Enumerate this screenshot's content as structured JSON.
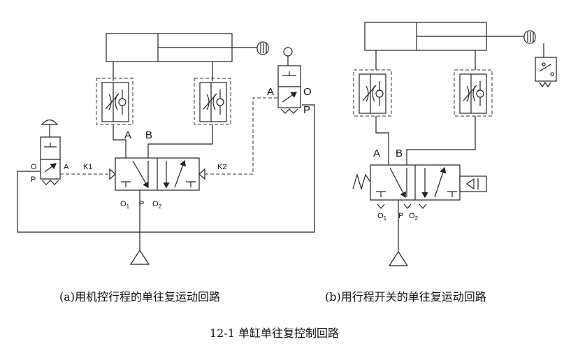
{
  "figure": {
    "title": "12-1 单缸单往复控制回路",
    "caption_a": "(a)用机控行程的单往复运动回路",
    "caption_b": "(b)用行程开关的单往复运动回路"
  },
  "circuit_a": {
    "port_A": "A",
    "port_B": "B",
    "signal_k1": "K1",
    "signal_k2": "K2",
    "exhaust_o1": "O",
    "exhaust_o1_sub": "1",
    "supply_p": "P",
    "exhaust_o2": "O",
    "exhaust_o2_sub": "2",
    "manual_valve_port_o": "O",
    "manual_valve_port_a": "A",
    "manual_valve_port_p": "P",
    "roller_valve_port_a": "A",
    "roller_valve_port_o": "O",
    "roller_valve_port_p": "P"
  },
  "circuit_b": {
    "port_A": "A",
    "port_B": "B",
    "exhaust_o1": "O",
    "exhaust_o1_sub": "1",
    "supply_p": "P",
    "exhaust_o2": "O",
    "exhaust_o2_sub": "2"
  }
}
